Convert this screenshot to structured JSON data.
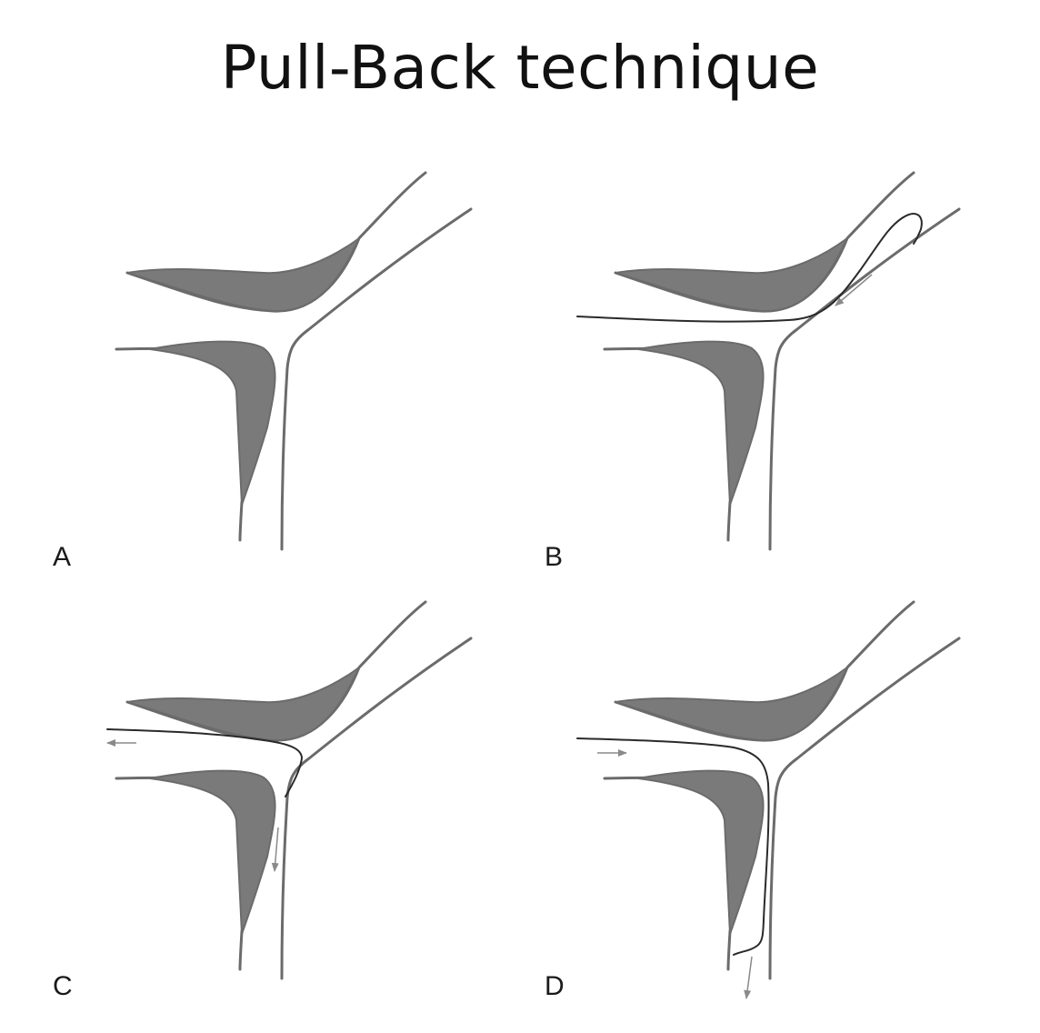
{
  "title": "Pull-Back technique",
  "panels": [
    {
      "label": "A"
    },
    {
      "label": "B"
    },
    {
      "label": "C"
    },
    {
      "label": "D"
    }
  ],
  "colors": {
    "wall_fill": "#7a7a7a",
    "vessel_line": "#6b6b6b",
    "catheter_line": "#2a2a2a",
    "arrow": "#8a8a8a",
    "background": "#ffffff"
  }
}
